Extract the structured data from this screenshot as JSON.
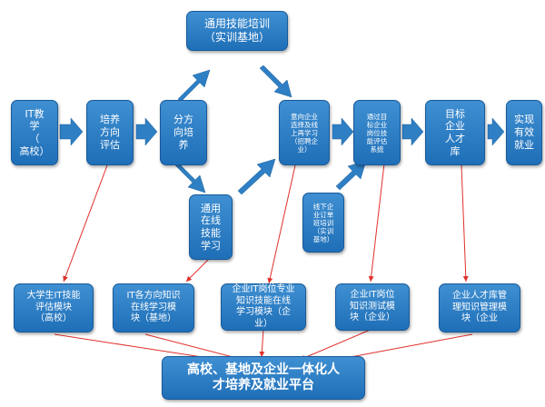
{
  "top": "通用技能培训\n（实训基地）",
  "row1": {
    "it_teaching": "IT教\n学\n（\n高校）",
    "direction_eval": "培养\n方向\n评估",
    "split_training": "分方\n向培\n养",
    "enterprise_select": "意向企业\n选择及线\n上再学习\n（招聘企\n业）",
    "skill_eval": "通过目\n标企业\n岗位技\n能评估\n系统",
    "talent_pool": "目标\n企业\n人才\n库",
    "employment": "实现\n有效\n就业"
  },
  "online_learning": "通用\n在线\n技能\n学习",
  "offline_training": "线下企\n业订单\n班培训\n（实训\n基地）",
  "modules": {
    "m1": "大学生IT技能\n评估模块\n（高校）",
    "m2": "IT各方向知识\n在线学习模\n块（基地）",
    "m3": "企业IT岗位专业\n知识技能在线\n学习模块（企\n业）",
    "m4": "企业IT岗位\n知识测试模\n块（企业）",
    "m5": "企业人才库管\n理知识管理模\n块（企业"
  },
  "platform": "高校、基地及企业一体化人\n才培养及就业平台",
  "colors": {
    "box": "#2e7fc4",
    "arrow": "#2e7fc4",
    "line": "#e0302a"
  }
}
